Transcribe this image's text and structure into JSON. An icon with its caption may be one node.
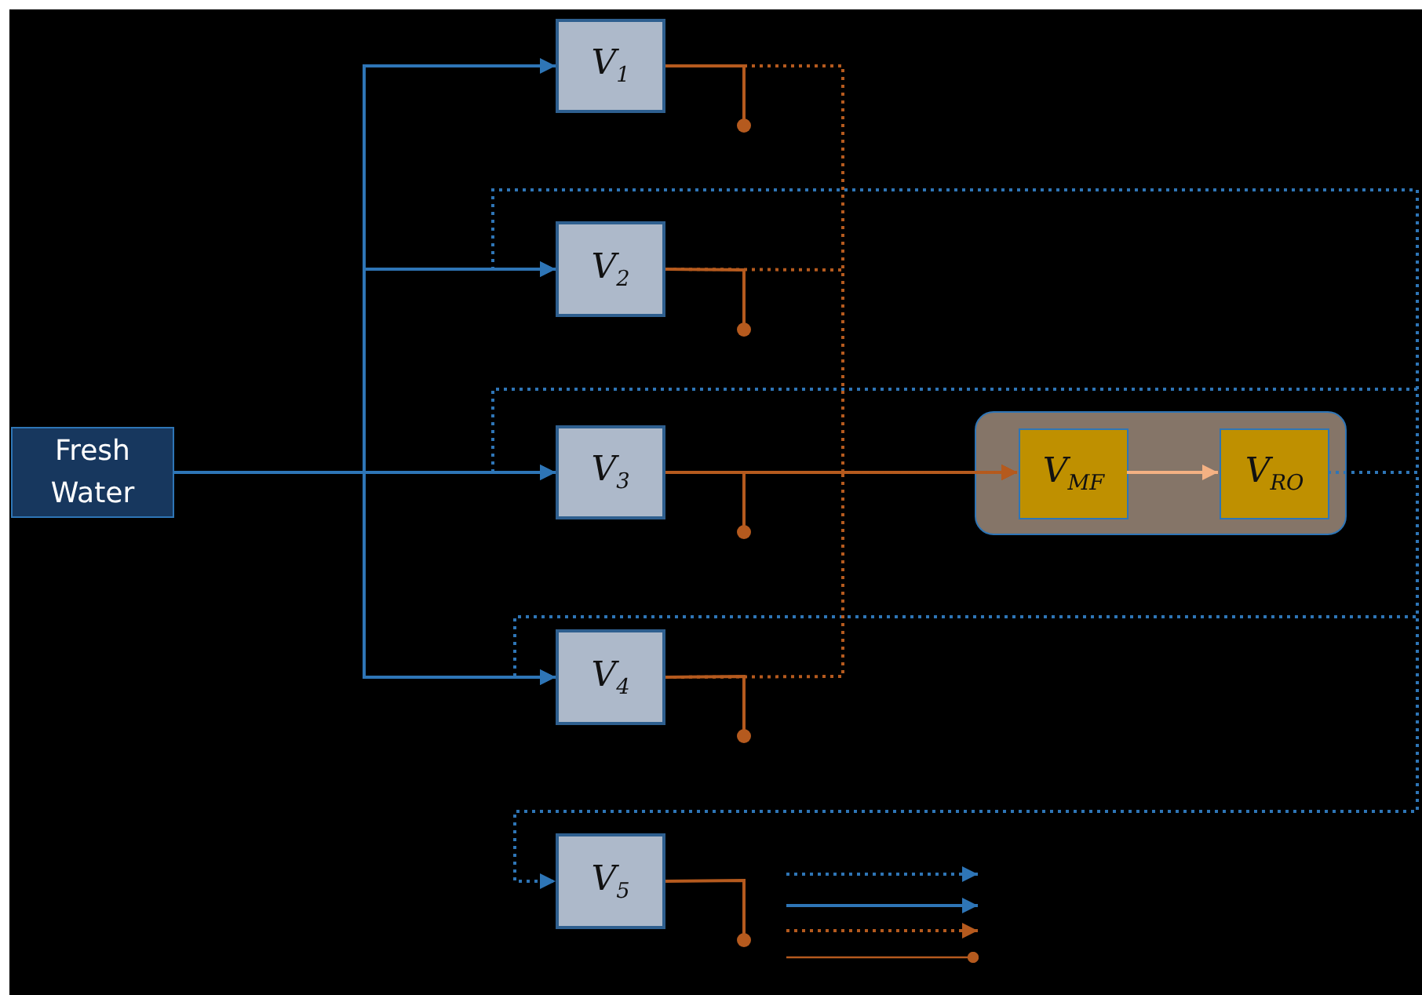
{
  "diagram": {
    "nodes": [
      {
        "text": [
          "Fresh Water"
        ]
      },
      {
        "text": [
          "V$_{1}$"
        ]
      },
      {
        "text": [
          "V$_{2}$"
        ]
      },
      {
        "text": [
          "V$_{3}$"
        ]
      },
      {
        "text": [
          "V$_{4}$"
        ]
      },
      {
        "text": [
          "V$_{5}$"
        ]
      },
      {
        "text": [],
        "shape": "box"
      },
      {
        "text": [
          "V$_{MF}$"
        ],
        "in": 6
      },
      {
        "text": [
          "V$_{RO}$"
        ],
        "in": 6
      }
    ],
    "edges": [
      {
        "from": 0,
        "to": 1,
        "arrow": "to",
        "color": "#2e75b6"
      },
      {
        "from": 0,
        "to": 2,
        "arrow": "to",
        "color": "#2e75b6"
      },
      {
        "from": 0,
        "to": 3,
        "arrow": "to",
        "color": "#2e75b6"
      },
      {
        "from": 0,
        "to": 4,
        "arrow": "to",
        "color": "#2e75b6"
      },
      {
        "from": 8,
        "to": 2,
        "arrow": "to",
        "style": "dashed",
        "color": "#2e75b6"
      },
      {
        "from": 8,
        "to": 3,
        "arrow": "to",
        "style": "dashed",
        "color": "#2e75b6"
      },
      {
        "from": 8,
        "to": 4,
        "arrow": "to",
        "style": "dashed",
        "color": "#2e75b6"
      },
      {
        "from": 8,
        "to": 5,
        "arrow": "to",
        "style": "dashed",
        "color": "#2e75b6"
      },
      {
        "from": 1,
        "to": 7,
        "arrow": "to",
        "style": "dashed",
        "color": "#b55a1e"
      },
      {
        "from": 2,
        "to": 7,
        "arrow": "to",
        "style": "dashed",
        "color": "#b55a1e"
      },
      {
        "from": 3,
        "to": 7,
        "arrow": "to",
        "color": "#b55a1e"
      },
      {
        "from": 4,
        "to": 7,
        "arrow": "to",
        "style": "dashed",
        "color": "#b55a1e"
      },
      {
        "from": 7,
        "to": 8,
        "arrow": "to",
        "color": "#f4b183"
      },
      {
        "from": 1,
        "to": null,
        "arrow": "other",
        "color": "#b55a1e"
      },
      {
        "from": 2,
        "to": null,
        "arrow": "other",
        "color": "#b55a1e"
      },
      {
        "from": 3,
        "to": null,
        "arrow": "other",
        "color": "#b55a1e"
      },
      {
        "from": 4,
        "to": null,
        "arrow": "other",
        "color": "#b55a1e"
      },
      {
        "from": 5,
        "to": null,
        "arrow": "other",
        "color": "#b55a1e"
      }
    ]
  }
}
